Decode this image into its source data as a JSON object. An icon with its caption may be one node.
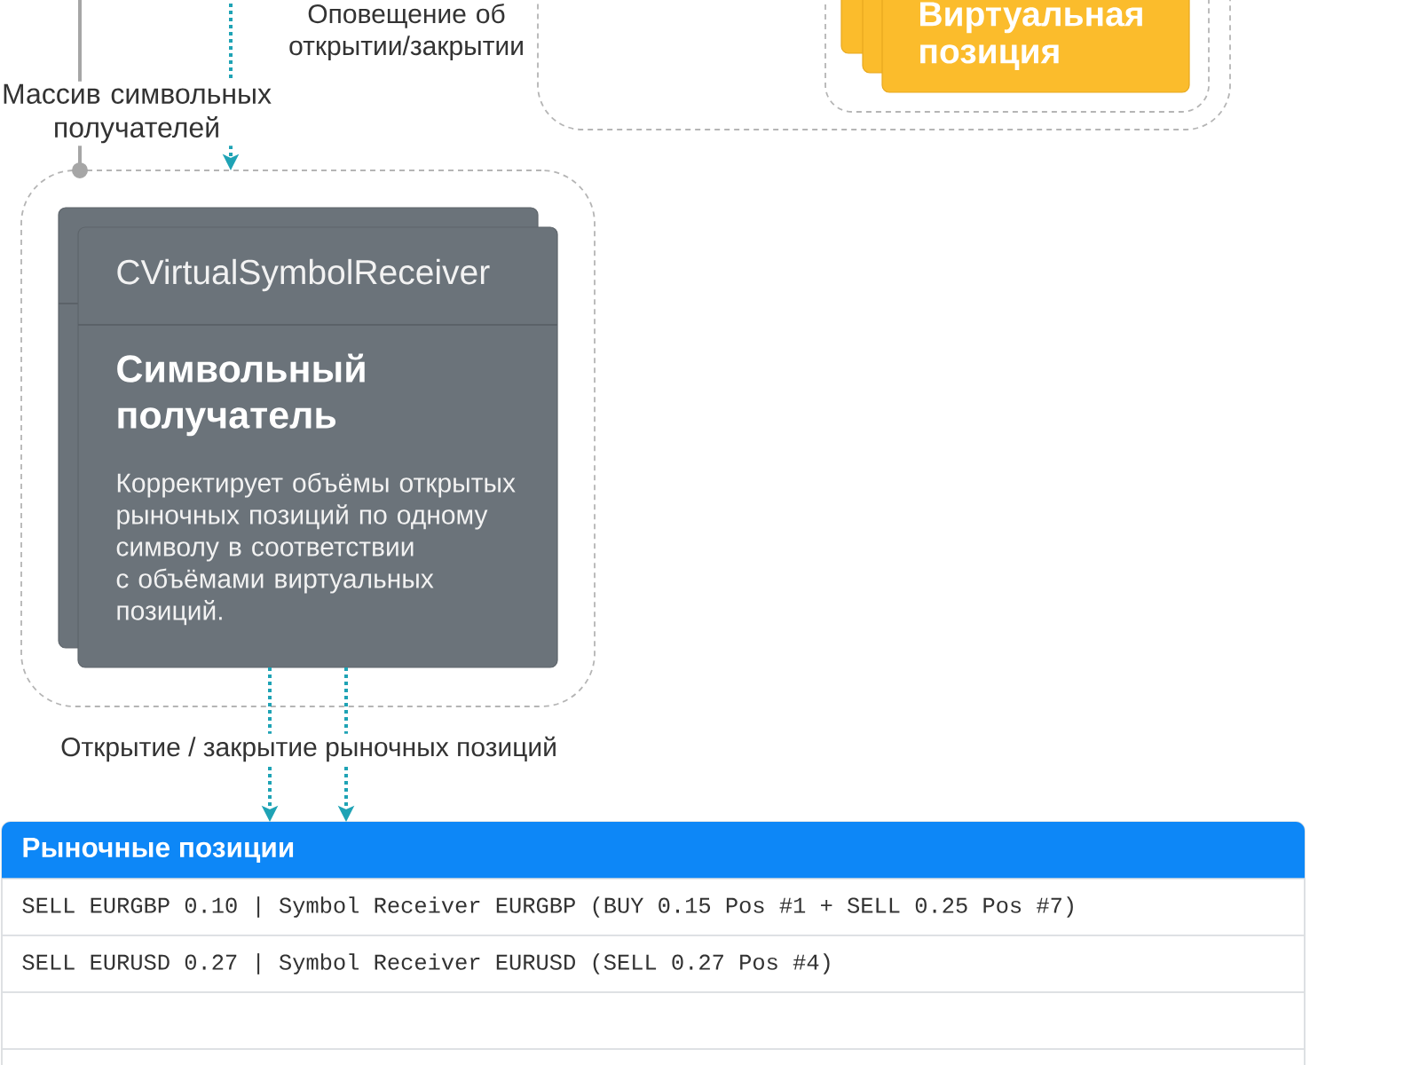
{
  "diagram": {
    "nodes": [
      {
        "text": [],
        "shape": "box"
      },
      {
        "text": [],
        "shape": "box",
        "in": 0
      },
      {
        "text": [
          "Виртуальная позиция"
        ],
        "in": 1
      },
      {
        "text": [],
        "shape": "box"
      },
      {
        "text": [
          "CVirtualSymbolReceiver",
          "Символьный получатель",
          "Корректирует объёмы открытых рыночных позиций по одному символу в соответствии с объёмами виртуальных позиций."
        ],
        "in": 3
      },
      {
        "text": [
          "Рыночные позиции",
          "SELL EURGBP 0.10 | Symbol Receiver EURGBP (BUY 0.15 Pos #1 + SELL 0.25 Pos #7)",
          "SELL EURUSD 0.27 | Symbol Receiver EURUSD (SELL 0.27 Pos #4)"
        ]
      }
    ],
    "edges": [
      {
        "from": null,
        "to": 3,
        "arrow": "other",
        "label": "Массив символьных получателей",
        "color": "#a6a6a6"
      },
      {
        "from": null,
        "to": 3,
        "arrow": "to",
        "label": "Оповещение об открытии/закрытии",
        "style": "dashed"
      },
      {
        "from": 4,
        "to": 5,
        "arrow": "to",
        "label": "Открытие / закрытие рыночных позиций",
        "style": "dashed"
      },
      {
        "from": 4,
        "to": 5,
        "arrow": "to",
        "style": "dashed"
      }
    ]
  }
}
